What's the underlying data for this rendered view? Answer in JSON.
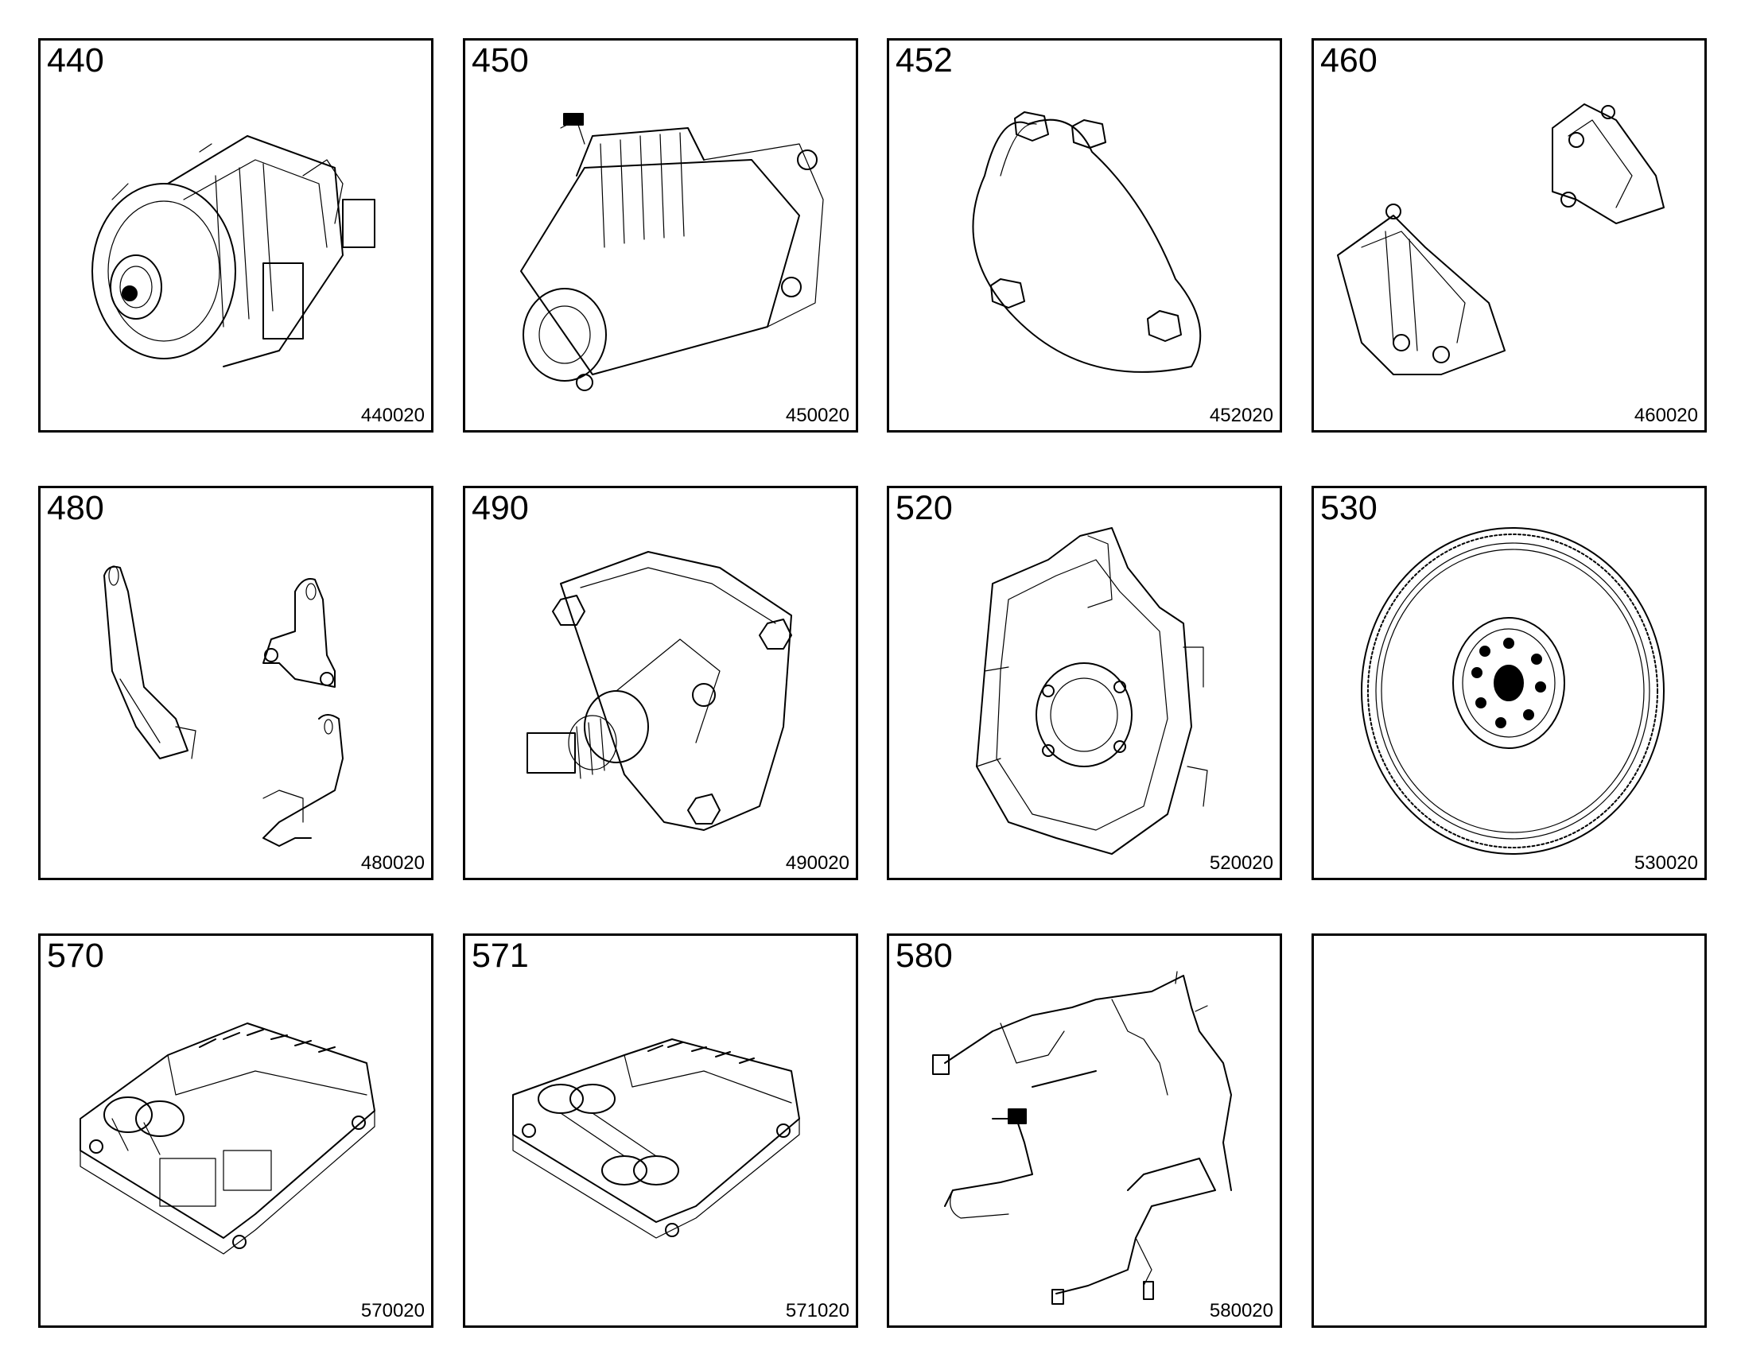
{
  "tiles": [
    {
      "group": "440",
      "code": "440020",
      "icon": "alternator-icon"
    },
    {
      "group": "450",
      "code": "450020",
      "icon": "starter-motor-icon"
    },
    {
      "group": "452",
      "code": "452020",
      "icon": "cover-plate-icon"
    },
    {
      "group": "460",
      "code": "460020",
      "icon": "engine-mount-bracket-icon"
    },
    {
      "group": "480",
      "code": "480020",
      "icon": "lifting-bracket-icon"
    },
    {
      "group": "490",
      "code": "490020",
      "icon": "pto-drive-icon"
    },
    {
      "group": "520",
      "code": "520020",
      "icon": "flywheel-housing-icon"
    },
    {
      "group": "530",
      "code": "530020",
      "icon": "flywheel-icon"
    },
    {
      "group": "570",
      "code": "570020",
      "icon": "ecm-module-icon"
    },
    {
      "group": "571",
      "code": "571020",
      "icon": "ecm-module-icon"
    },
    {
      "group": "580",
      "code": "580020",
      "icon": "wiring-harness-icon"
    },
    {
      "group": "",
      "code": "",
      "icon": "empty-tile"
    }
  ]
}
